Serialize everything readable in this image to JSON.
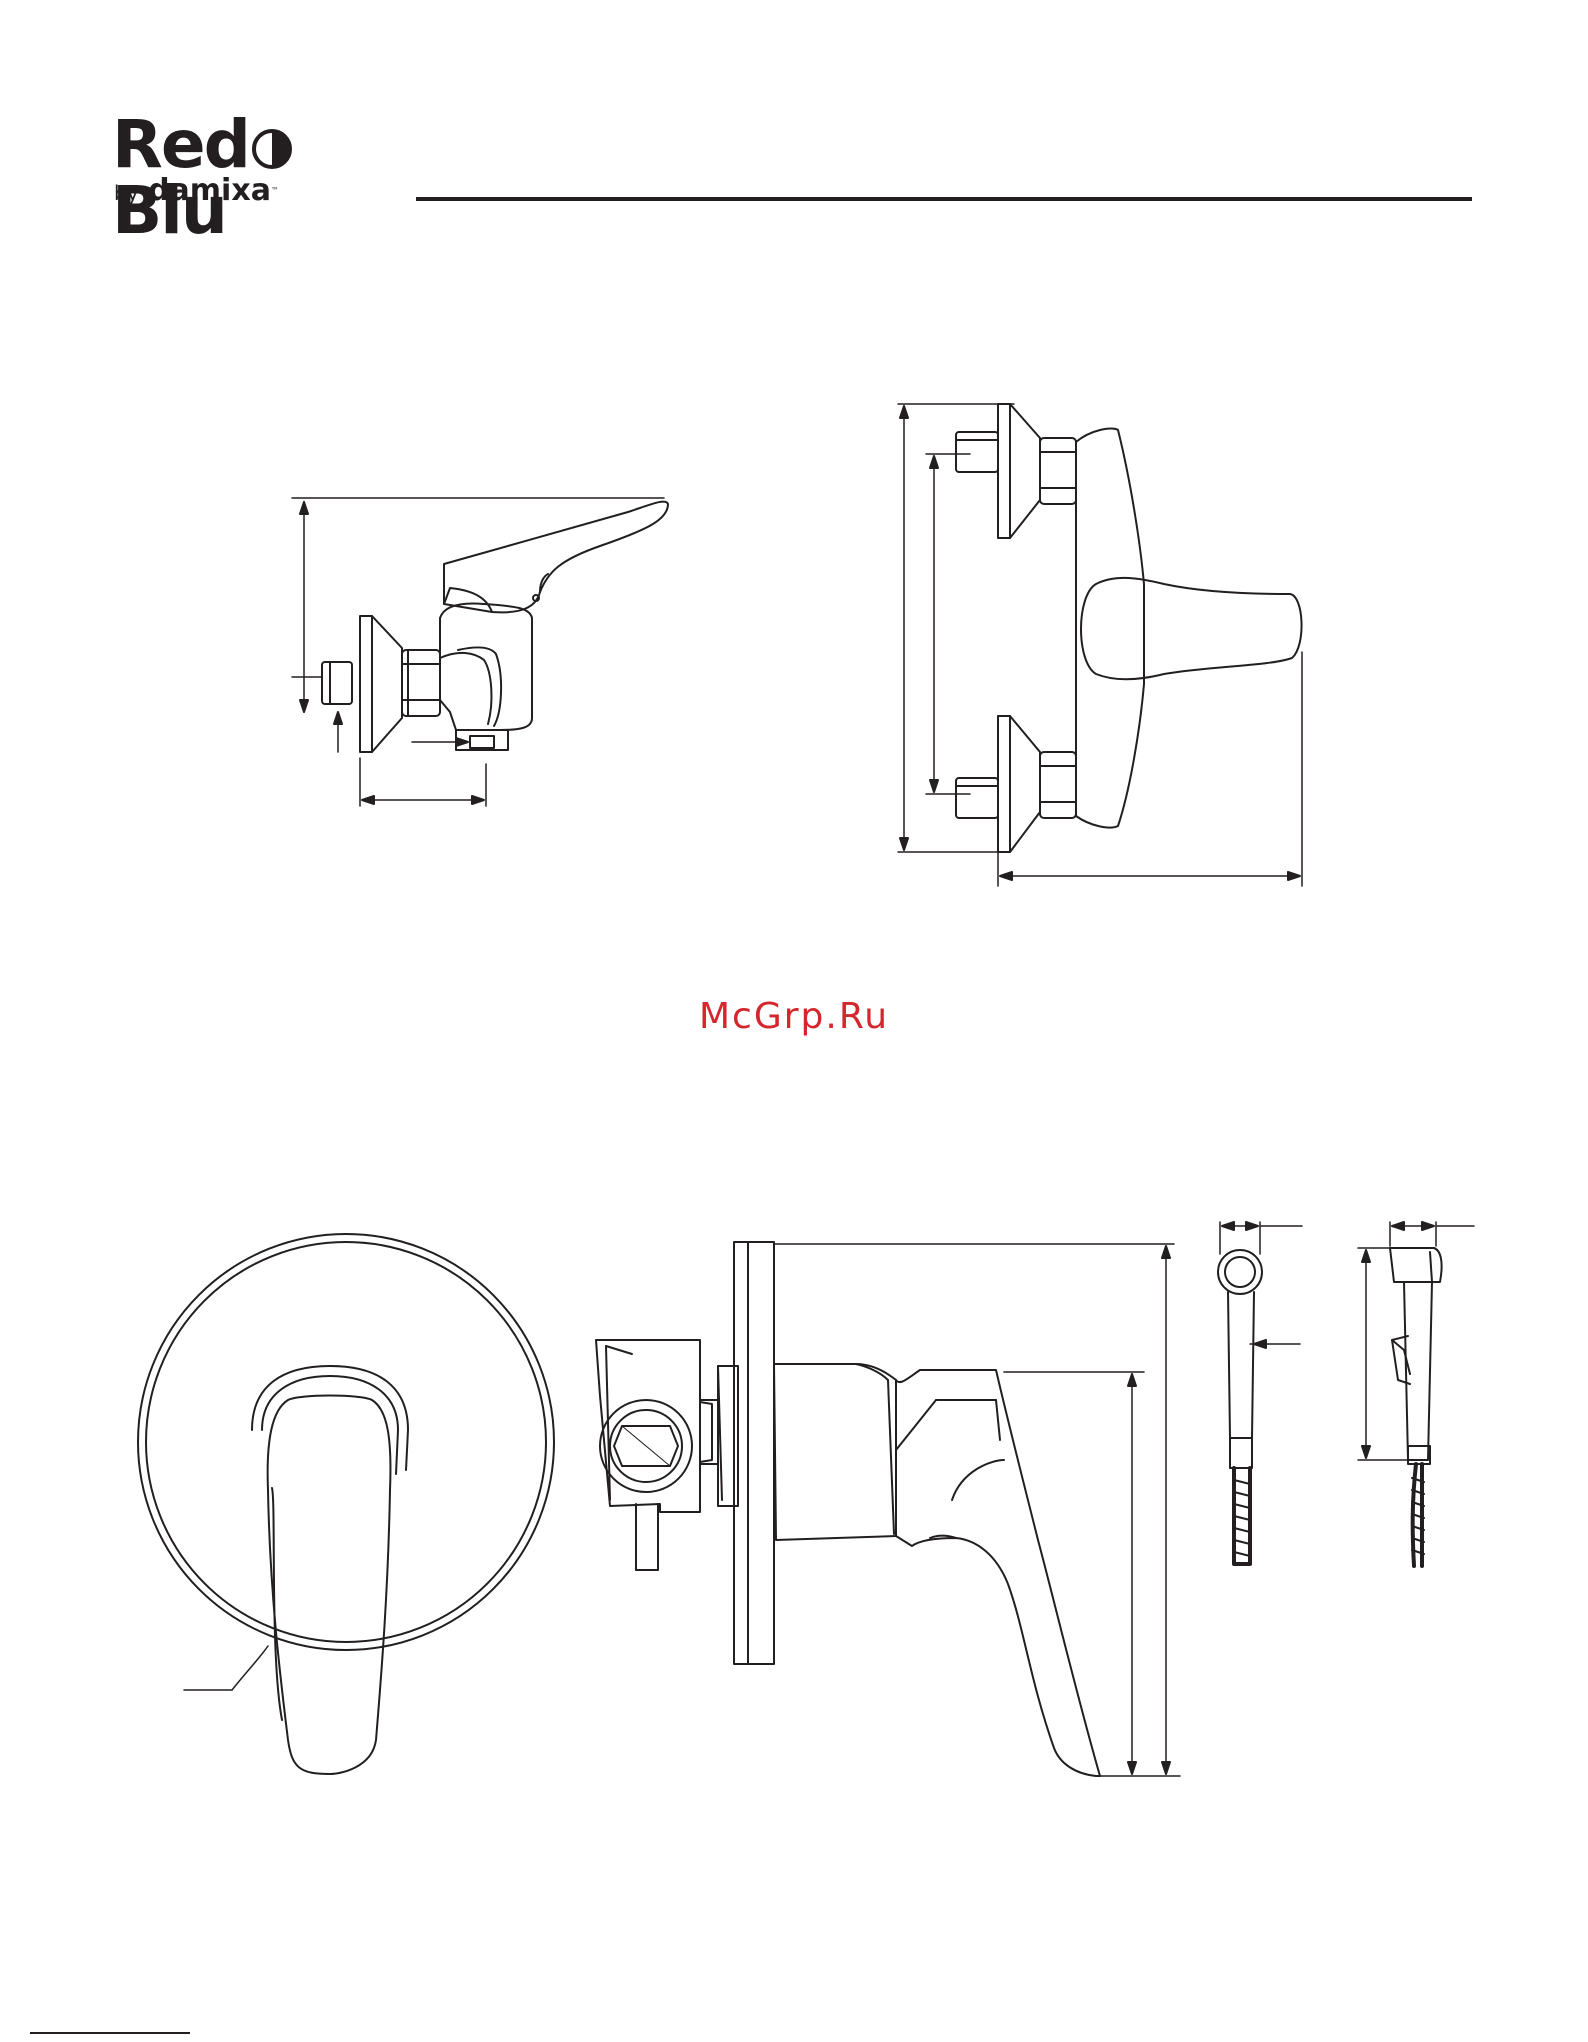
{
  "brand": {
    "name_left": "Red",
    "name_right": "Blu",
    "by": "by",
    "maker": "damixa",
    "trademark": "™"
  },
  "watermark": "McGrp.Ru",
  "colors": {
    "line": "#231f20",
    "watermark": "#d4272d",
    "background": "#ffffff"
  }
}
